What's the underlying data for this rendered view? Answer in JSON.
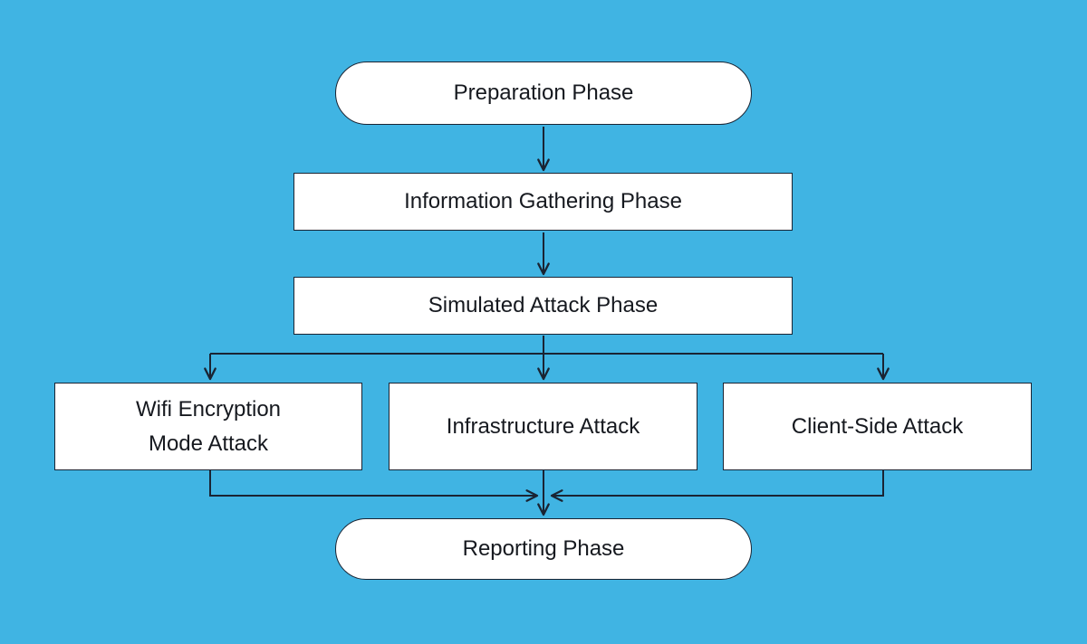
{
  "colors": {
    "background_color": "#40b4e3",
    "node_fill": "#ffffff",
    "line_color": "#1a2433",
    "text_color": "#16191f"
  },
  "nodes": {
    "preparation": {
      "label": "Preparation Phase",
      "shape": "pill"
    },
    "information_gathering": {
      "label": "Information Gathering Phase",
      "shape": "rect"
    },
    "simulated_attack": {
      "label": "Simulated Attack Phase",
      "shape": "rect"
    },
    "wifi_encryption": {
      "label": "Wifi Encryption Mode Attack",
      "lines": [
        "Wifi Encryption",
        "Mode Attack"
      ],
      "shape": "rect"
    },
    "infrastructure": {
      "label": "Infrastructure Attack",
      "shape": "rect"
    },
    "client_side": {
      "label": "Client-Side Attack",
      "shape": "rect"
    },
    "reporting": {
      "label": "Reporting Phase",
      "shape": "pill"
    }
  },
  "edges": [
    {
      "from": "Preparation Phase",
      "to": "Information Gathering Phase"
    },
    {
      "from": "Information Gathering Phase",
      "to": "Simulated Attack Phase"
    },
    {
      "from": "Simulated Attack Phase",
      "to": "Wifi Encryption Mode Attack"
    },
    {
      "from": "Simulated Attack Phase",
      "to": "Infrastructure Attack"
    },
    {
      "from": "Simulated Attack Phase",
      "to": "Client-Side Attack"
    },
    {
      "from": "Wifi Encryption Mode Attack",
      "to": "Reporting Phase"
    },
    {
      "from": "Infrastructure Attack",
      "to": "Reporting Phase"
    },
    {
      "from": "Client-Side Attack",
      "to": "Reporting Phase"
    }
  ]
}
